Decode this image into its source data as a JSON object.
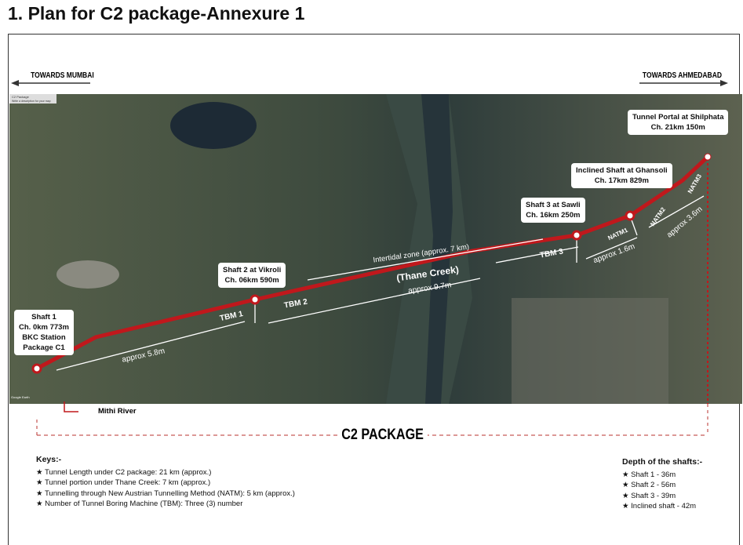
{
  "title": "1.  Plan for C2 package-Annexure 1",
  "directions": {
    "left": "TOWARDS MUMBAI",
    "right": "TOWARDS AHMEDABAD"
  },
  "map_caption": {
    "name": "C2 Package",
    "desc": "Write a description for your map"
  },
  "shafts": [
    {
      "name": "Shaft 1",
      "lines": [
        "Shaft 1",
        "Ch. 0km 773m",
        "BKC Station",
        "Package C1"
      ]
    },
    {
      "name": "Shaft 2",
      "lines": [
        "Shaft 2 at Vikroli",
        "Ch. 06km 590m"
      ]
    },
    {
      "name": "Shaft 3",
      "lines": [
        "Shaft 3 at Sawli",
        "Ch. 16km 250m"
      ]
    },
    {
      "name": "Inclined",
      "lines": [
        "Inclined Shaft at Ghansoli",
        "Ch. 17km 829m"
      ]
    },
    {
      "name": "Portal",
      "lines": [
        "Tunnel Portal at Shilphata",
        "Ch. 21km 150m"
      ]
    }
  ],
  "segments": {
    "tbm1": "TBM 1",
    "tbm2": "TBM 2",
    "tbm3": "TBM 3",
    "natm1": "NATM1",
    "natm2": "NATM2",
    "natm3": "NATM3",
    "d1": "approx 5.8m",
    "d2": "approx 9.7m",
    "d3": "approx 1.6m",
    "d4": "approx 3.6m",
    "intertidal": "Intertidal zone (approx. 7 km)",
    "creek": "(Thane Creek)"
  },
  "river": "Mithi River",
  "google": "Google Earth",
  "package": "C2 PACKAGE",
  "keys": {
    "title": "Keys:-",
    "items": [
      "Tunnel Length under C2 package: 21 km (approx.)",
      "Tunnel portion under Thane Creek: 7 km (approx.)",
      "Tunnelling through New Austrian Tunnelling Method (NATM): 5 km (approx.)",
      "Number of Tunnel Boring Machine (TBM): Three (3) number"
    ]
  },
  "depths": {
    "title": "Depth of the shafts:-",
    "items": [
      "Shaft 1 - 36m",
      "Shaft 2 - 56m",
      "Shaft 3 - 39m",
      "Inclined shaft - 42m"
    ]
  },
  "colors": {
    "route": "#c0181c",
    "dash": "#b8322e"
  }
}
